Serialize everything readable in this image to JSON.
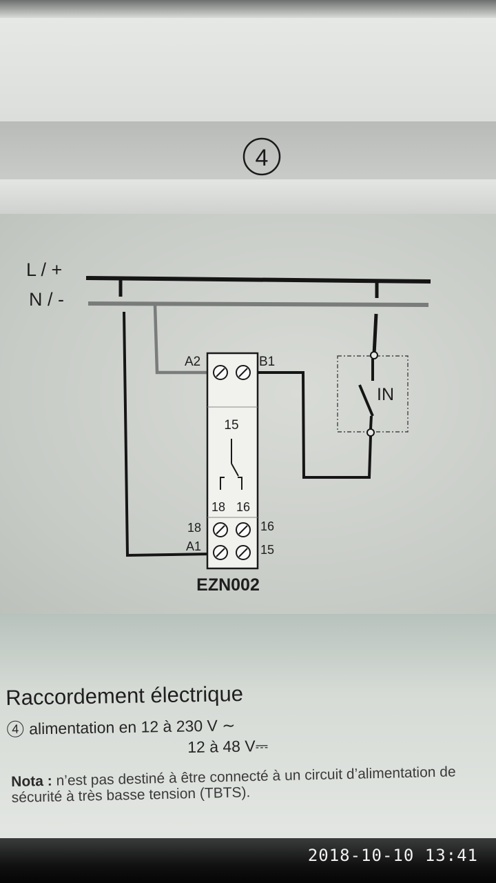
{
  "diagram": {
    "step_number": "4",
    "line_label": "L / +",
    "neutral_label": "N / -",
    "terminals": {
      "a2": "A2",
      "b1": "B1",
      "t15_top": "15",
      "t18_contact": "18",
      "t16_contact": "16",
      "t18": "18",
      "t16": "16",
      "a1": "A1",
      "t15": "15"
    },
    "switch_label": "IN",
    "device_name": "EZN002"
  },
  "text": {
    "heading": "Raccordement électrique",
    "supply_number": "4",
    "supply_line1": "alimentation en 12 à 230 V ∼",
    "supply_line2": "12 à 48 V",
    "dc_symbol": "⎓",
    "nota_label": "Nota :",
    "nota_body": " n’est pas destiné à être connecté à un circuit d’alimentation de sécurité à très basse tension (TBTS)."
  },
  "overlay": {
    "timestamp": "2018-10-10 13:41"
  },
  "colors": {
    "line": "#151515",
    "neutral": "#7a7c7b",
    "device_body": "#f1f1ee",
    "text": "#1e1e1e"
  }
}
